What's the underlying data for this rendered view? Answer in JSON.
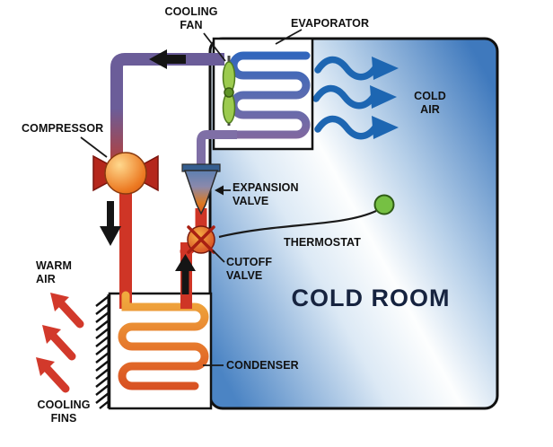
{
  "diagram": {
    "type": "refrigeration-cycle-cold-room"
  },
  "labels": {
    "cooling_fan": [
      "COOLING",
      "FAN"
    ],
    "evaporator": "EVAPORATOR",
    "cold_air": [
      "COLD",
      "AIR"
    ],
    "compressor": "COMPRESSOR",
    "expansion_valve": [
      "EXPANSION",
      "VALVE"
    ],
    "cutoff_valve": [
      "CUTOFF",
      "VALVE"
    ],
    "thermostat": "THERMOSTAT",
    "warm_air": [
      "WARM",
      "AIR"
    ],
    "condenser": "CONDENSER",
    "cooling_fins": [
      "COOLING",
      "FINS"
    ],
    "cold_room": "COLD ROOM"
  },
  "colors": {
    "cold_room_blue": "#4b84c4",
    "cold_air_blue": "#1d66b2",
    "warm_air_red": "#d2392b",
    "fan_green": "#9ccb4f",
    "thermostat_green": "#76c043",
    "compressor_orange": "#ef8f2e",
    "pipe_hot_red": "#cf3526",
    "pipe_cold_purple": "#6b5d99",
    "evaporator_blue": "#2f66bd",
    "condenser_orange": "#e4712a",
    "label_text": "#111111",
    "cold_room_text": "#16233f"
  }
}
